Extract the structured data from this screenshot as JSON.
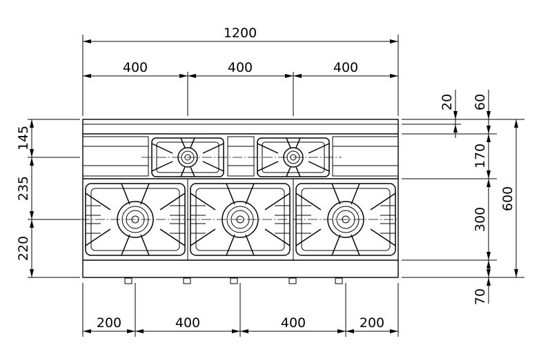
{
  "dimensions": {
    "overall_width": "1200",
    "top_widths": [
      "400",
      "400",
      "400"
    ],
    "bottom_widths": [
      "200",
      "400",
      "400",
      "200"
    ],
    "left_depths": [
      "145",
      "235",
      "220"
    ],
    "right_inner": [
      "20",
      "170",
      "300",
      "70"
    ],
    "right_outer": [
      "60",
      "600"
    ]
  },
  "colors": {
    "line": "#000000",
    "background": "#ffffff"
  }
}
